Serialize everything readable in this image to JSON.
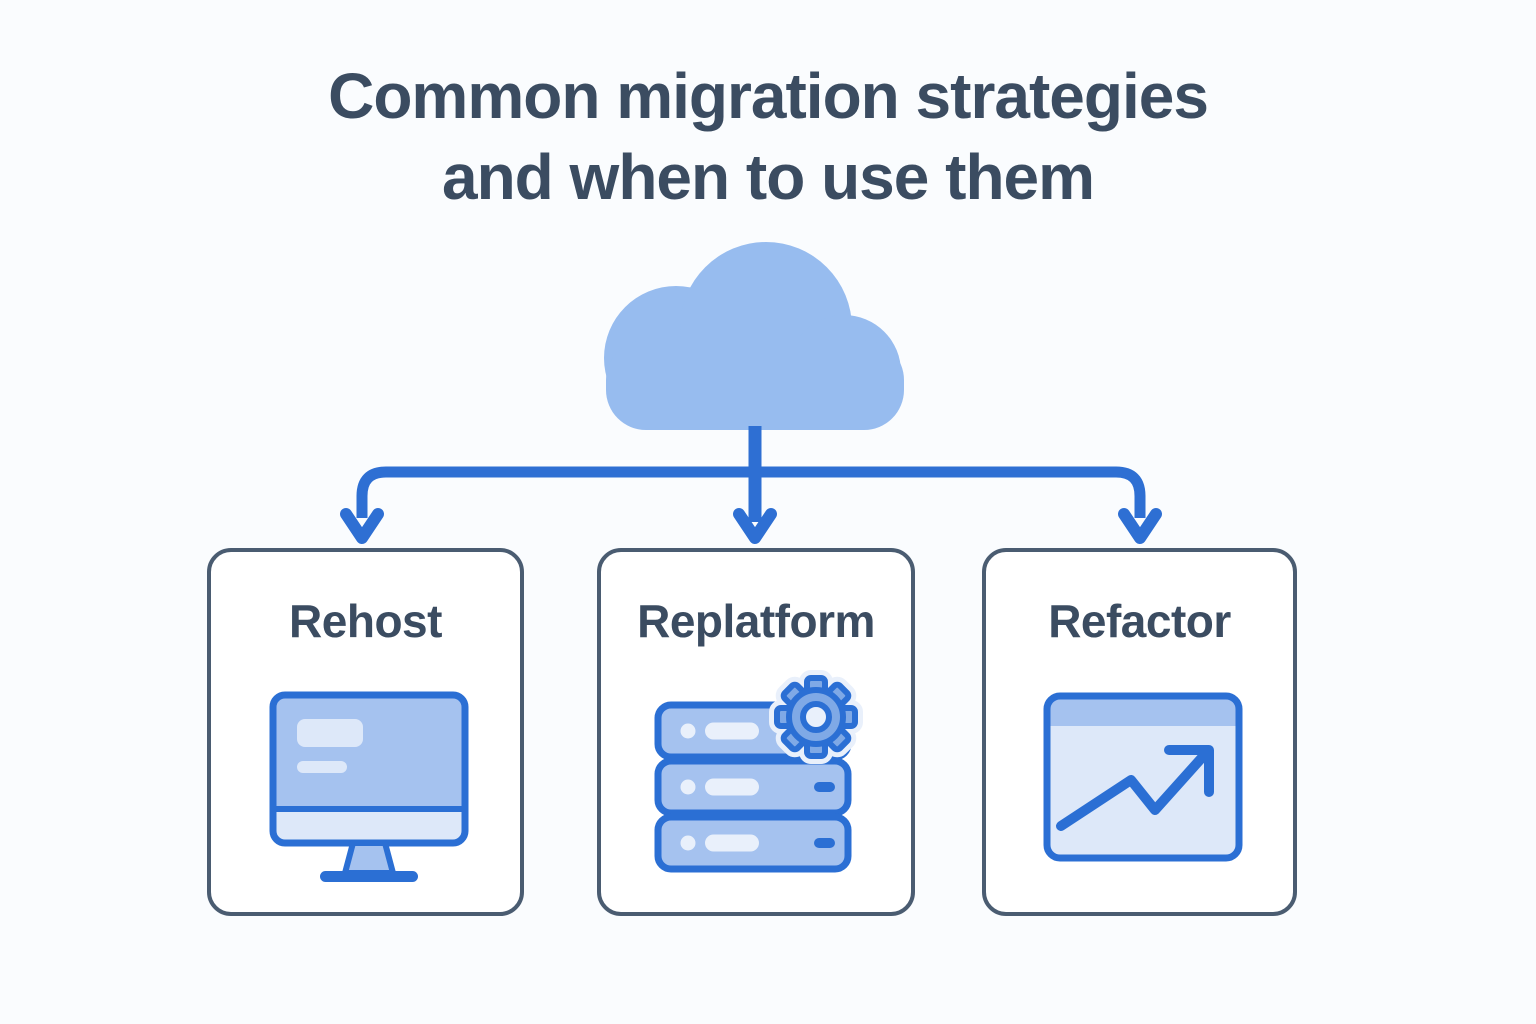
{
  "title": {
    "line1": "Common migration strategies",
    "line2": "and when to use them"
  },
  "cloud": {
    "icon": "cloud-icon"
  },
  "cards": [
    {
      "id": "rehost",
      "label": "Rehost",
      "icon": "monitor-icon"
    },
    {
      "id": "replatform",
      "label": "Replatform",
      "icon": "server-gear-icon"
    },
    {
      "id": "refactor",
      "label": "Refactor",
      "icon": "trend-chart-icon"
    }
  ],
  "colors": {
    "background": "#fafcfe",
    "title_text": "#3b4c61",
    "card_border": "#4a5c71",
    "card_background": "#ffffff",
    "cloud_fill": "#97bcef",
    "connector_blue": "#2e6fd3",
    "icon_stroke": "#2b6fd4",
    "icon_fill_medium": "#a5c2ef",
    "icon_fill_light": "#dde8f9",
    "icon_fill_pale": "#e9f0fb",
    "gear_fill": "#7fa9e6"
  }
}
